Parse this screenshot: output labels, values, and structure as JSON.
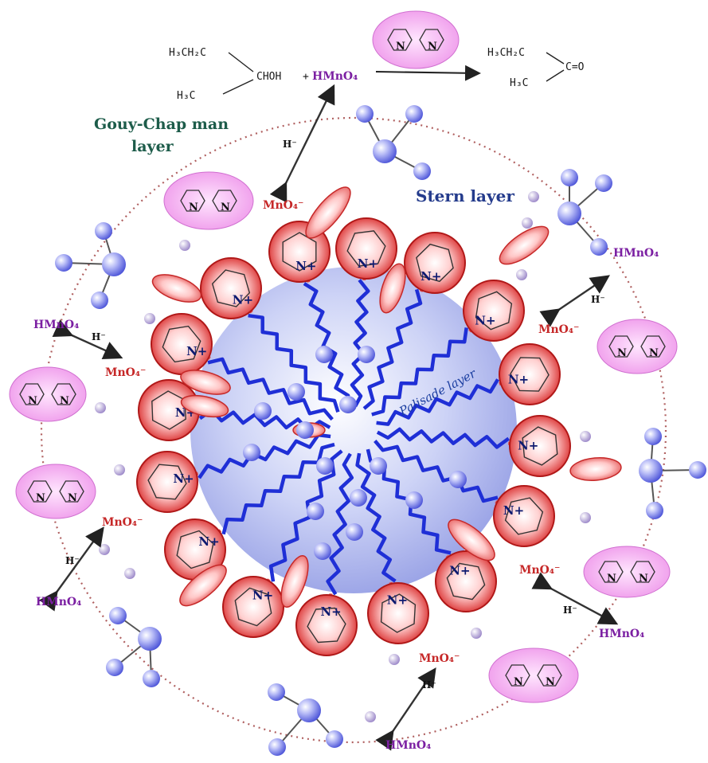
{
  "labels": {
    "gouy_line1": "Gouy-Chap man",
    "gouy_line2": "layer",
    "stern": "Stern layer",
    "palisade": "Palisade layer"
  },
  "reaction": {
    "reactant_top": "H₃CH₂C",
    "reactant_bottom": "H₃C",
    "reactant_center": "CHOH",
    "plus": "+",
    "oxidant": "HMnO₄",
    "product_top": "H₃CH₂C",
    "product_bottom": "H₃C",
    "product_carbonyl": "C=O"
  },
  "species": {
    "hmno4": "HMnO₄",
    "mno4": "MnO₄⁻",
    "hminus": "H⁻",
    "nplus": "N+",
    "n": "N"
  },
  "colors": {
    "core": "#b9c2ef",
    "headgroup": "#e33535",
    "tail": "#1f2fd6",
    "bipyridine_blob": "#f3a8f0",
    "counterion": "#e55050",
    "ion_sphere": "#8a92f0",
    "dotted_boundary": "#b06060"
  }
}
